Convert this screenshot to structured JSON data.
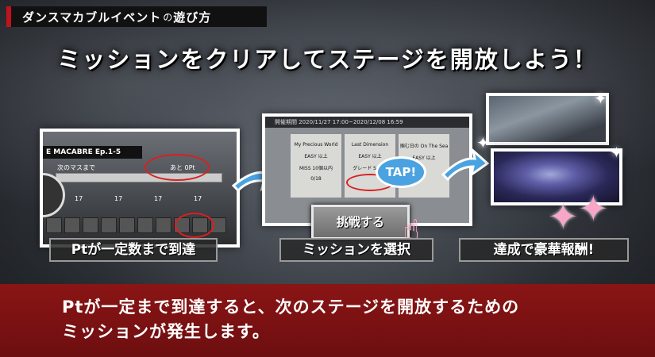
{
  "header": {
    "tag_part1": "ダンスマカブルイベント",
    "tag_part2": "の",
    "tag_part3": "遊び方",
    "headline": "ミッションをクリアしてステージを開放しよう！"
  },
  "panel1": {
    "header": "E MACABRE Ep.1-5",
    "label_next": "次のマスまで",
    "label_remaining": "あと 0Pt",
    "item_count": "17",
    "caption": "Ptが一定数まで到達"
  },
  "panel2": {
    "top_bar": "開催期間 2020/11/27 17:00~2020/12/08 16:59",
    "columns": [
      {
        "title": "My Precious World",
        "difficulty": "EASY 以上",
        "condition": "MISS 10個以内",
        "progress": "0/18"
      },
      {
        "title": "Last Dimension",
        "difficulty": "EASY 以上",
        "condition": "グレード S 以上",
        "progress": ""
      },
      {
        "title": "掴む日の On The Sea",
        "difficulty": "EASY 以上",
        "condition": "",
        "progress": ""
      }
    ],
    "challenge_button": "挑戦する",
    "tap_label": "TAP!",
    "caption": "ミッションを選択"
  },
  "panel3": {
    "caption": "達成で豪華報酬!"
  },
  "footer": {
    "line1": "Ptが一定まで到達すると、次のステージを開放するための",
    "line2": "ミッションが発生します。"
  },
  "colors": {
    "accent_red": "#c2121b",
    "footer_red": "#7d1113",
    "arrow_blue": "#4aa3e0"
  }
}
